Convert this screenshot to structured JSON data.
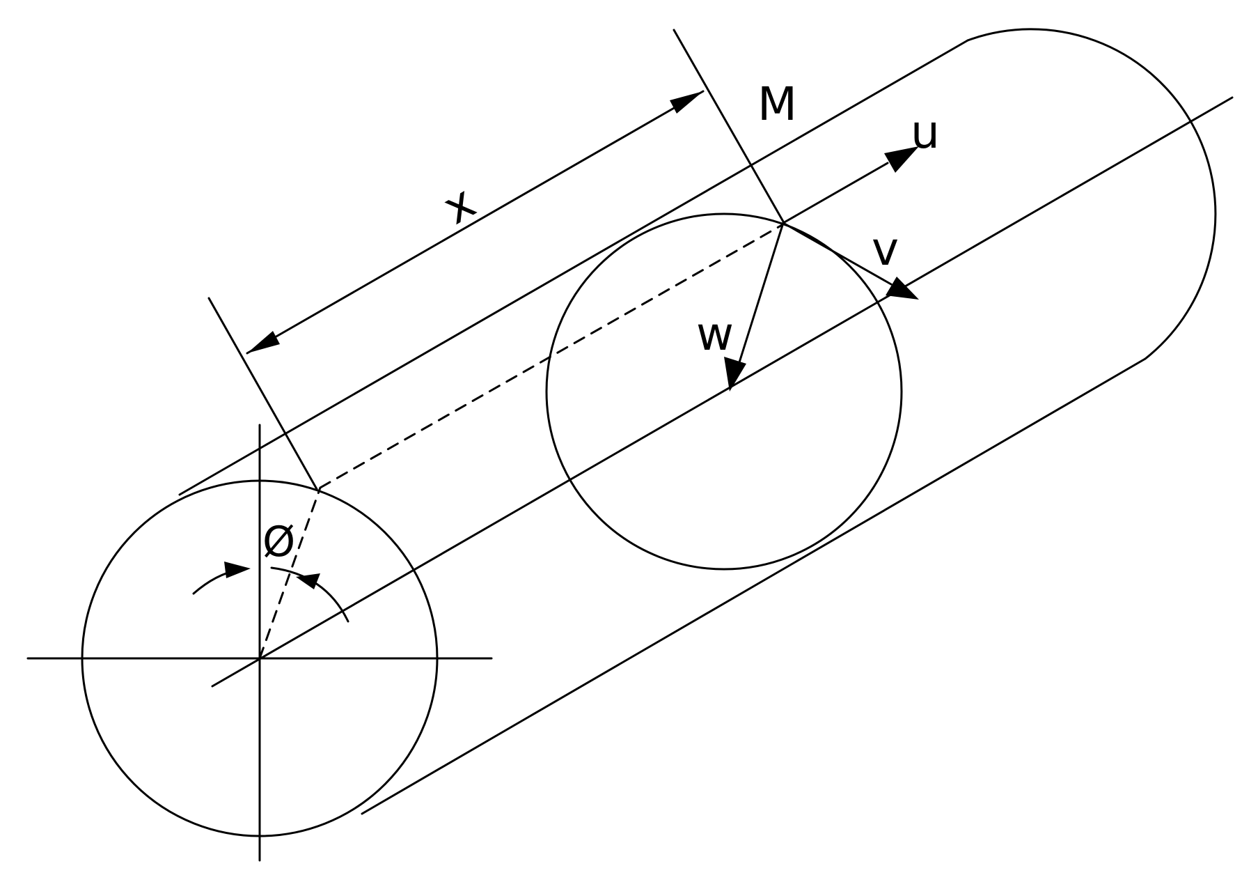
{
  "labels": {
    "x": "x",
    "M": "M",
    "u": "u",
    "v": "v",
    "w": "w",
    "phi": "Ø"
  }
}
